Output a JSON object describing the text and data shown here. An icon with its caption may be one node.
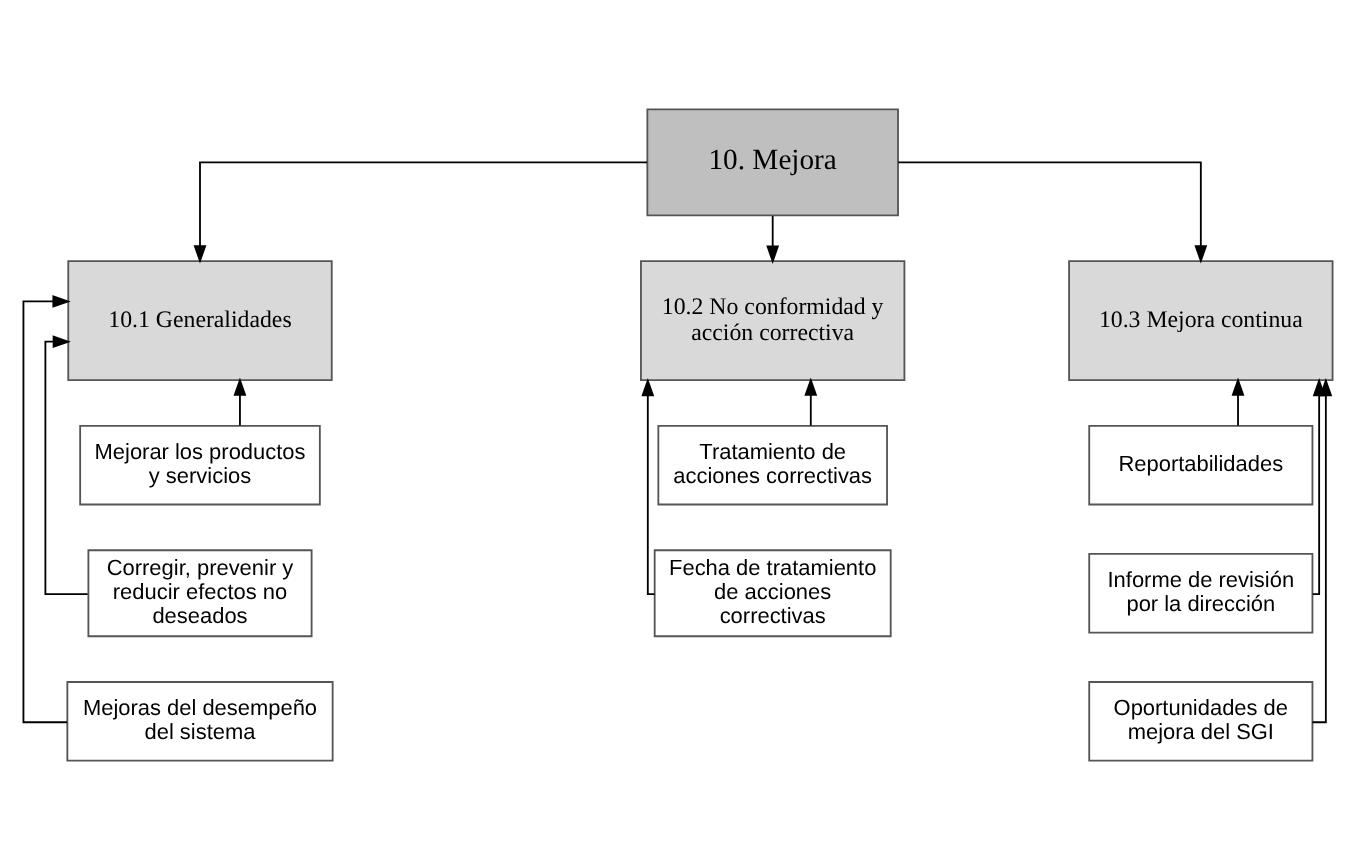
{
  "diagram": {
    "nodes": [
      {
        "text": [
          "10. Mejora"
        ]
      },
      {
        "text": [
          "10.1 Generalidades"
        ]
      },
      {
        "text": [
          "10.2 No conformidad y acción correctiva"
        ]
      },
      {
        "text": [
          "10.3 Mejora continua"
        ]
      },
      {
        "text": [
          "Mejorar los productos y servicios"
        ]
      },
      {
        "text": [
          "Corregir, prevenir y reducir efectos no deseados"
        ]
      },
      {
        "text": [
          "Mejoras del desempeño del sistema"
        ]
      },
      {
        "text": [
          "Tratamiento de acciones correctivas"
        ]
      },
      {
        "text": [
          "Fecha de tratamiento de acciones correctivas"
        ]
      },
      {
        "text": [
          "Reportabilidades"
        ]
      },
      {
        "text": [
          "Informe de revisión por la dirección"
        ]
      },
      {
        "text": [
          "Oportunidades de mejora del SGI"
        ]
      }
    ],
    "edges": [
      {
        "from": 0,
        "to": 1,
        "arrow": "to"
      },
      {
        "from": 0,
        "to": 2,
        "arrow": "to"
      },
      {
        "from": 0,
        "to": 3,
        "arrow": "to"
      },
      {
        "from": 4,
        "to": 1,
        "arrow": "to"
      },
      {
        "from": 5,
        "to": 1,
        "arrow": "to"
      },
      {
        "from": 6,
        "to": 1,
        "arrow": "to"
      },
      {
        "from": 7,
        "to": 2,
        "arrow": "to"
      },
      {
        "from": 8,
        "to": 2,
        "arrow": "to"
      },
      {
        "from": 9,
        "to": 3,
        "arrow": "to"
      },
      {
        "from": 10,
        "to": 3,
        "arrow": "to"
      },
      {
        "from": 11,
        "to": 3,
        "arrow": "to"
      }
    ]
  }
}
